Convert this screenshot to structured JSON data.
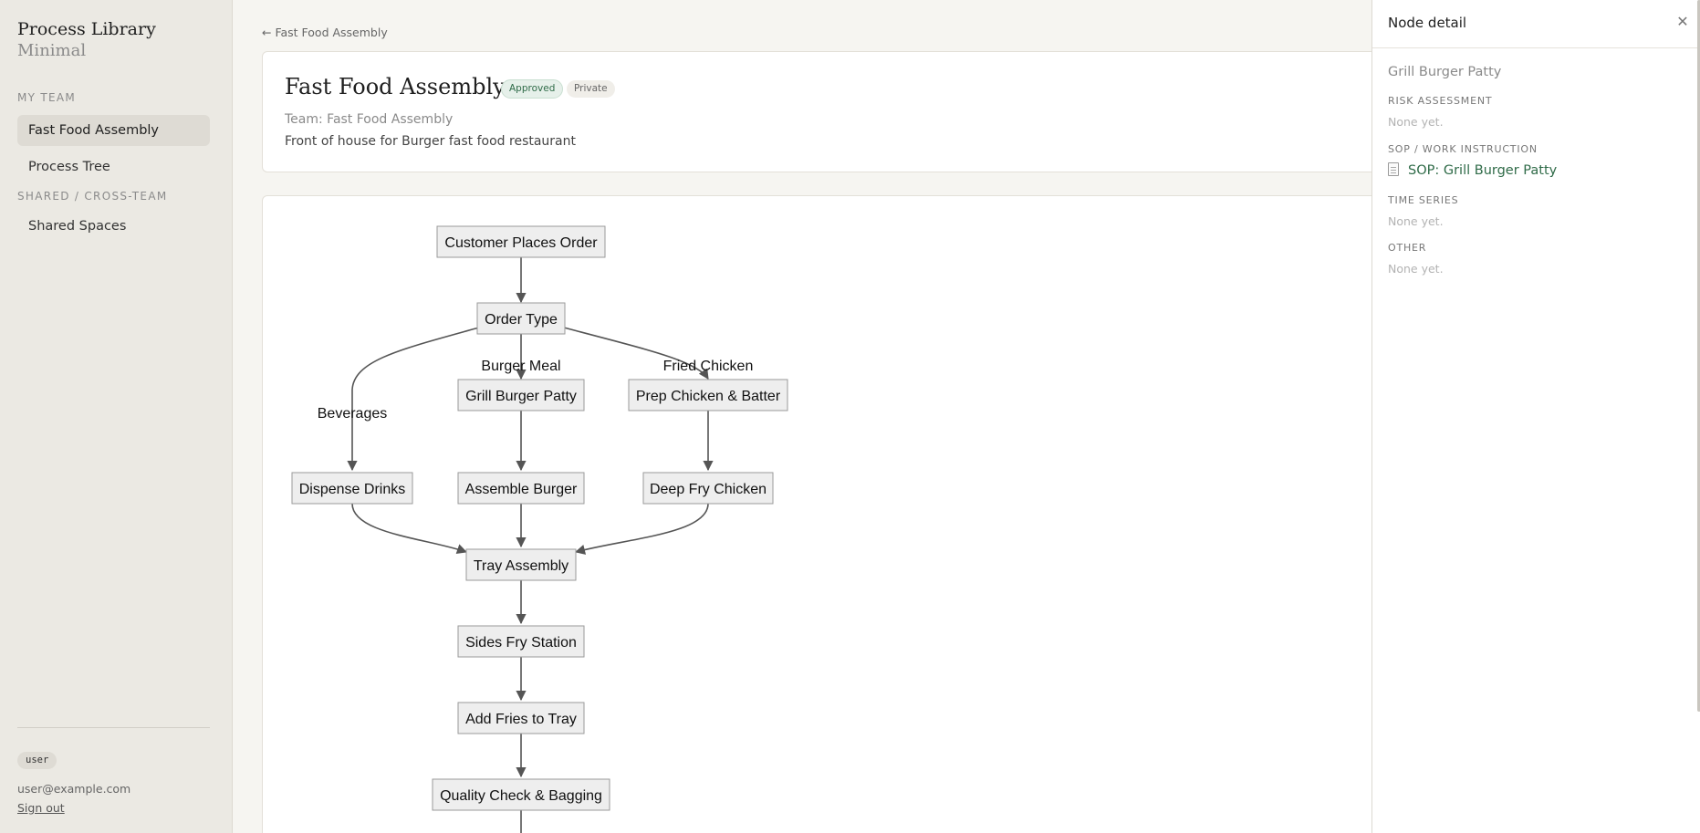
{
  "sidebar": {
    "brand_title": "Process Library",
    "brand_subtitle": "Minimal",
    "section_my_team": "My team",
    "section_shared": "Shared / cross-team",
    "items": [
      {
        "label": "Fast Food Assembly",
        "active": true
      },
      {
        "label": "Process Tree",
        "active": false
      },
      {
        "label": "Shared Spaces",
        "active": false
      }
    ],
    "role_badge": "user",
    "user_email": "user@example.com",
    "sign_out": "Sign out"
  },
  "main": {
    "back_link": "← Fast Food Assembly",
    "title": "Fast Food Assembly",
    "badge_status": "Approved",
    "badge_visibility": "Private",
    "team_line": "Team: Fast Food Assembly",
    "description": "Front of house for Burger fast food restaurant"
  },
  "diagram": {
    "nodes": [
      {
        "id": "customer",
        "label": "Customer Places Order"
      },
      {
        "id": "order",
        "label": "Order Type"
      },
      {
        "id": "grill",
        "label": "Grill Burger Patty"
      },
      {
        "id": "prep",
        "label": "Prep Chicken & Batter"
      },
      {
        "id": "drinks",
        "label": "Dispense Drinks"
      },
      {
        "id": "assemble",
        "label": "Assemble Burger"
      },
      {
        "id": "deepfry",
        "label": "Deep Fry Chicken"
      },
      {
        "id": "tray",
        "label": "Tray Assembly"
      },
      {
        "id": "sides",
        "label": "Sides Fry Station"
      },
      {
        "id": "fries",
        "label": "Add Fries to Tray"
      },
      {
        "id": "qc",
        "label": "Quality Check & Bagging"
      }
    ],
    "edge_labels": {
      "beverages": "Beverages",
      "burger_meal": "Burger Meal",
      "fried_chicken": "Fried Chicken"
    }
  },
  "panel": {
    "title": "Node detail",
    "close_icon": "close-icon",
    "node_name": "Grill Burger Patty",
    "risk_label": "Risk assessment",
    "risk_value": "None yet.",
    "sop_label": "SOP / work instruction",
    "sop_link": "SOP: Grill Burger Patty",
    "time_series_label": "Time series",
    "time_series_value": "None yet.",
    "other_label": "Other",
    "other_value": "None yet."
  },
  "colors": {
    "accent_green": "#2f6b48",
    "sidebar_bg": "#ebe9e3",
    "page_bg": "#f6f5f1"
  }
}
